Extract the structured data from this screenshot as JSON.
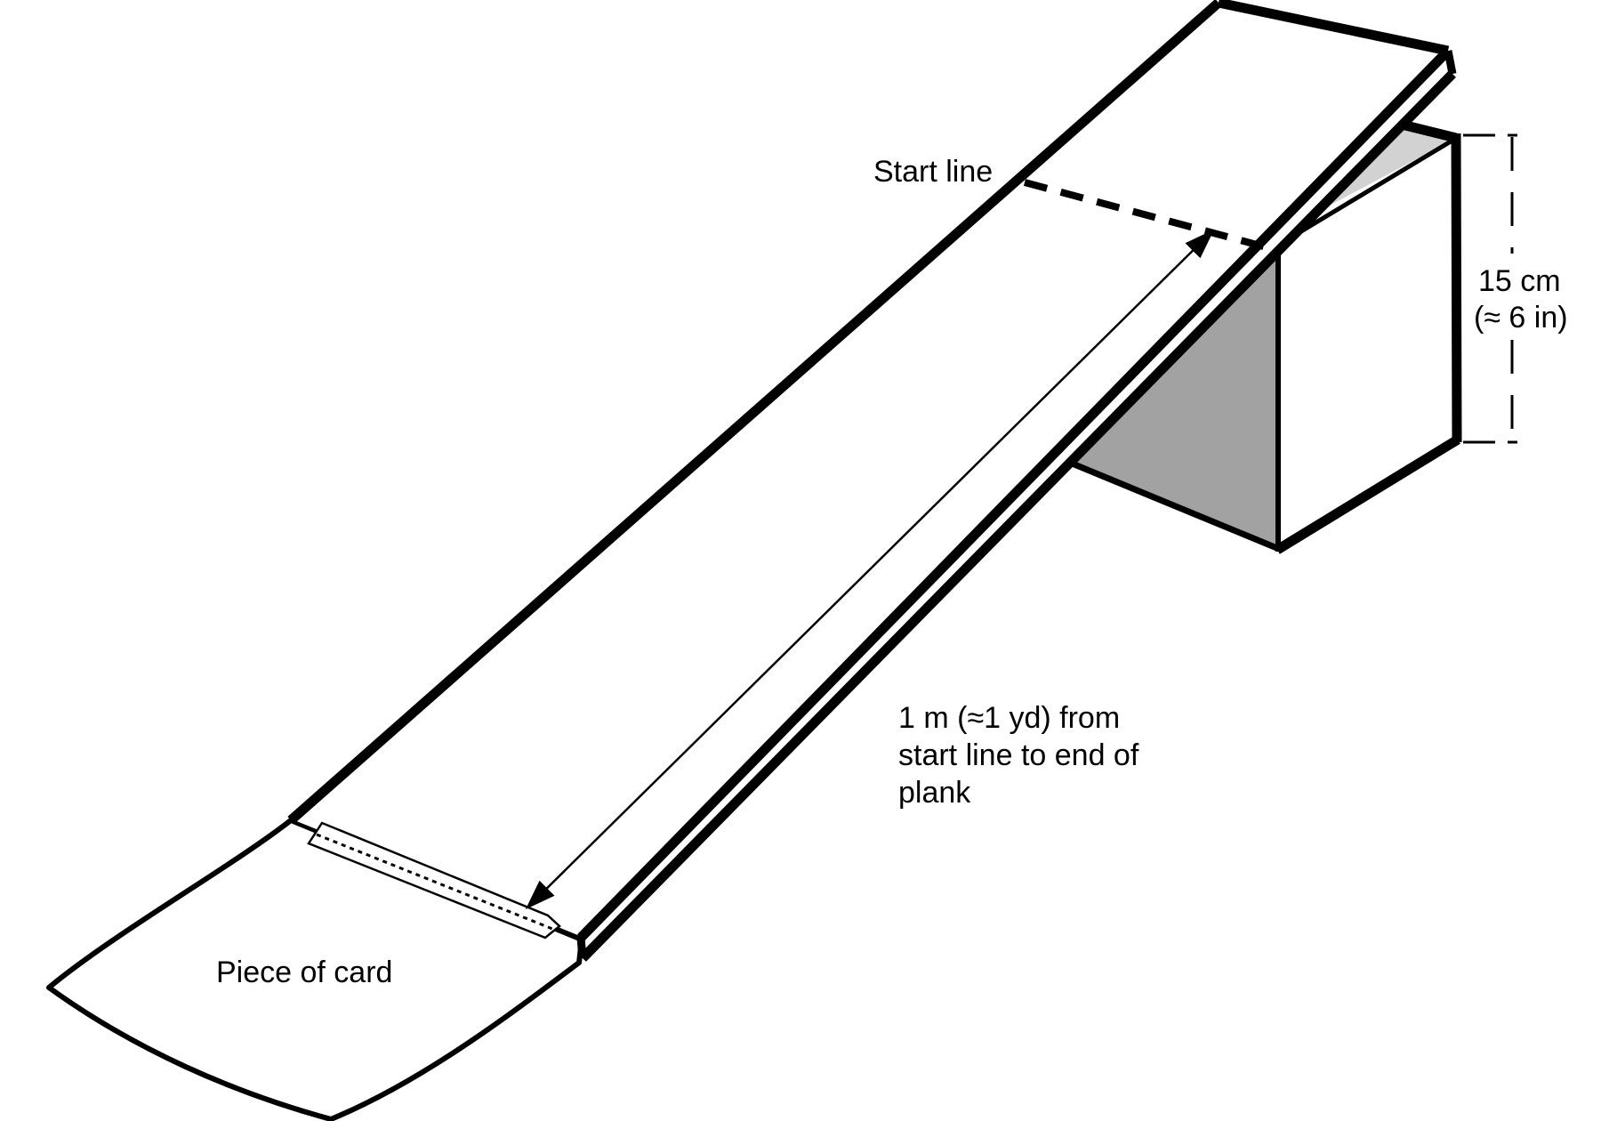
{
  "diagram": {
    "title_hint": "ramp-experiment-diagram",
    "labels": {
      "start_line": "Start line",
      "box_height_value": "15 cm",
      "box_height_approx": "(≈ 6 in)",
      "distance_line1": "1 m (≈1 yd) from",
      "distance_line2": "start line to end of",
      "distance_line3": "plank",
      "card": "Piece of card"
    },
    "measurements": {
      "box_height_cm": "15",
      "box_height_in_approx": "6",
      "ramp_distance_m": "1",
      "ramp_distance_yd_approx": "1"
    },
    "colors": {
      "line": "#000000",
      "box_left_face": "#a2a2a2",
      "box_top_face": "#d2d2d2",
      "background": "#ffffff"
    }
  }
}
